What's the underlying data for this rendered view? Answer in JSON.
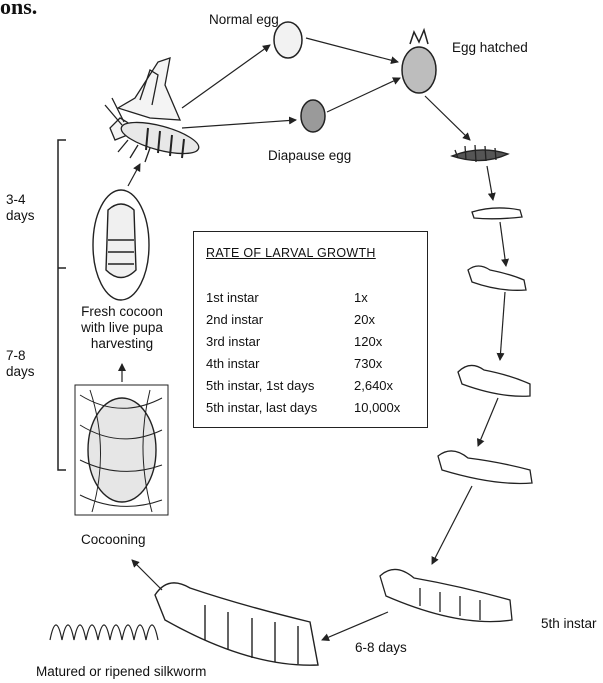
{
  "top_fragment": "ons.",
  "labels": {
    "normal_egg": "Normal egg",
    "egg_hatched": "Egg hatched",
    "diapause_egg": "Diapause egg",
    "days_3_4": "3-4\ndays",
    "days_7_8": "7-8\ndays",
    "fresh_cocoon": "Fresh cocoon\nwith live pupa\nharvesting",
    "cocooning": "Cocooning",
    "fifth_instar": "5th instar",
    "days_6_8": "6-8 days",
    "matured_silkworm": "Matured or ripened silkworm"
  },
  "growth_table": {
    "title": "RATE OF LARVAL GROWTH",
    "rows": [
      {
        "stage": "1st instar",
        "rate": "1x"
      },
      {
        "stage": "2nd instar",
        "rate": "20x"
      },
      {
        "stage": "3rd instar",
        "rate": "120x"
      },
      {
        "stage": "4th instar",
        "rate": "730x"
      },
      {
        "stage": "5th  instar,  1st days",
        "rate": "2,640x"
      },
      {
        "stage": "5th  instar,  last days",
        "rate": "10,000x"
      }
    ]
  }
}
